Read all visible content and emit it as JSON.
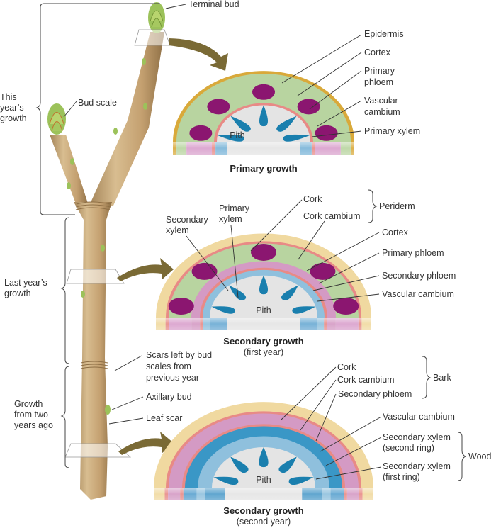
{
  "figure": {
    "stem_labels": {
      "terminal_bud": "Terminal bud",
      "bud_scale": "Bud scale",
      "this_years_growth": [
        "This",
        "year’s",
        "growth"
      ],
      "last_years_growth": [
        "Last year’s",
        "growth"
      ],
      "growth_two_years": [
        "Growth",
        "from two",
        "years ago"
      ],
      "scars": [
        "Scars left by bud",
        "scales from",
        "previous year"
      ],
      "axillary_bud": "Axillary bud",
      "leaf_scar": "Leaf scar"
    },
    "panel1": {
      "title": "Primary growth",
      "pith": "Pith",
      "labels": {
        "epidermis": "Epidermis",
        "cortex": "Cortex",
        "primary_phloem": [
          "Primary",
          "phloem"
        ],
        "vascular_cambium": [
          "Vascular",
          "cambium"
        ],
        "primary_xylem": "Primary xylem"
      }
    },
    "panel2": {
      "title": "Secondary growth",
      "subtitle": "(first year)",
      "pith": "Pith",
      "labels": {
        "secondary_xylem": [
          "Secondary",
          "xylem"
        ],
        "primary_xylem": [
          "Primary",
          "xylem"
        ],
        "cork": "Cork",
        "cork_cambium": "Cork cambium",
        "periderm": "Periderm",
        "cortex": "Cortex",
        "primary_phloem": "Primary phloem",
        "secondary_phloem": "Secondary phloem",
        "vascular_cambium": "Vascular cambium"
      }
    },
    "panel3": {
      "title": "Secondary growth",
      "subtitle": "(second year)",
      "pith": "Pith",
      "labels": {
        "cork": "Cork",
        "cork_cambium": "Cork cambium",
        "secondary_phloem": "Secondary phloem",
        "bark": "Bark",
        "vascular_cambium": "Vascular cambium",
        "sec_xylem_second": [
          "Secondary xylem",
          "(second ring)"
        ],
        "sec_xylem_first": [
          "Secondary xylem",
          "(first ring)"
        ],
        "wood": "Wood"
      }
    },
    "colors": {
      "epidermis": "#d9a93a",
      "cork": "#f0d9a0",
      "cortex": "#b8d4a0",
      "phloem_bundle": "#8b1670",
      "secondary_phloem": "#d49ac4",
      "cambium": "#e88a86",
      "xylem_bundle": "#1a7fae",
      "xylem_ring_dark": "#3a97c6",
      "xylem_ring_light": "#8fc0dd",
      "pith": "#e4e4e4",
      "stem": "#c8a878",
      "arrow": "#7a6a35",
      "bud": "#9cc25a"
    }
  }
}
